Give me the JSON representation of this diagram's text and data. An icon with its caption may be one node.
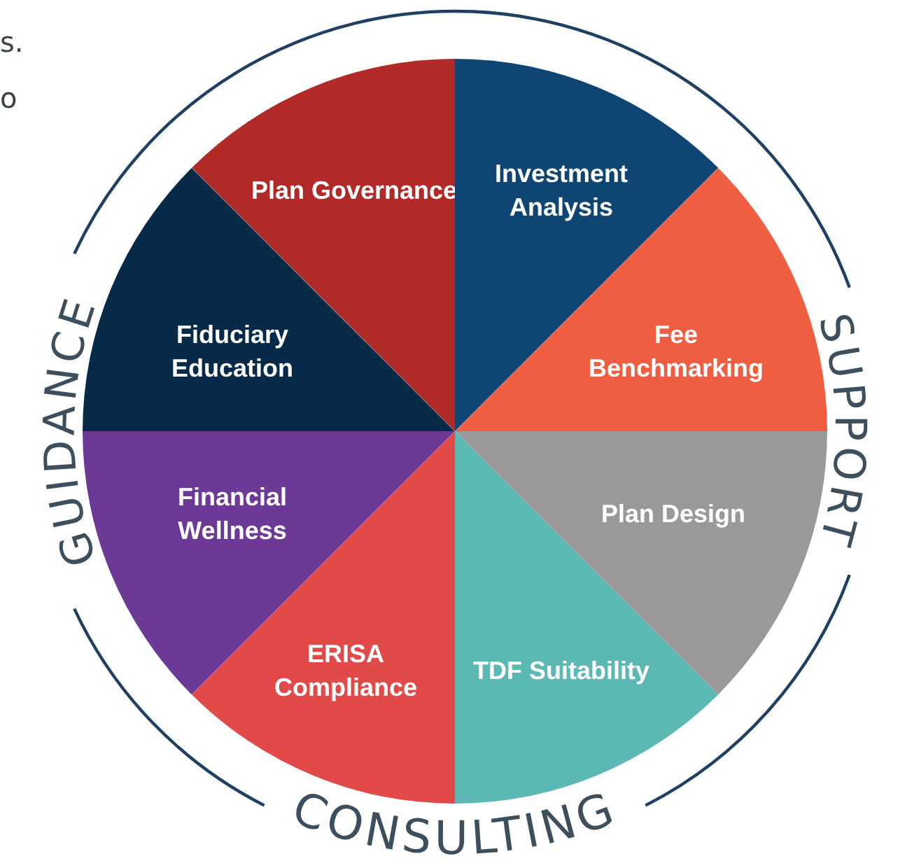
{
  "diagram": {
    "nodes": [
      {
        "text": [
          "Plan Governance"
        ]
      },
      {
        "text": [
          "Investment Analysis"
        ]
      },
      {
        "text": [
          "Fiduciary Education"
        ]
      },
      {
        "text": [
          "Fee Benchmarking"
        ]
      },
      {
        "text": [
          "Financial Wellness"
        ]
      },
      {
        "text": [
          "Plan Design"
        ]
      },
      {
        "text": [
          "ERISA Compliance"
        ]
      },
      {
        "text": [
          "TDF Suitability"
        ]
      }
    ],
    "labels": [
      "s.",
      "o",
      "GUIDANCE",
      "SUPPORT",
      "CONSULTING"
    ]
  }
}
